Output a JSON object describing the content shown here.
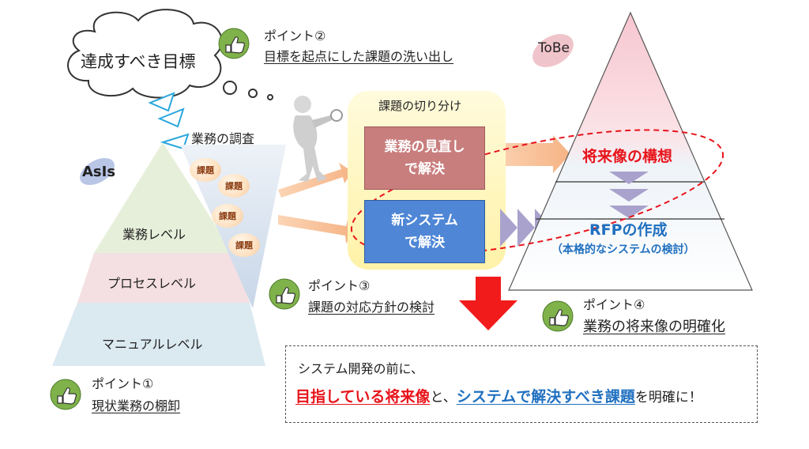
{
  "cloud": {
    "goal": "達成すべき目標"
  },
  "asis": {
    "label": "AsIs",
    "levels": [
      "業務レベル",
      "プロセスレベル",
      "マニュアルレベル"
    ]
  },
  "investigation": {
    "label": "業務の調査",
    "issues": [
      "課題",
      "課題",
      "課題",
      "課題"
    ]
  },
  "separation": {
    "title": "課題の切り分け",
    "box_business": [
      "業務の見直し",
      "で解決"
    ],
    "box_system": [
      "新システム",
      "で解決"
    ]
  },
  "tobe": {
    "label": "ToBe",
    "vision": "将来像の構想",
    "rfp": "RFPの作成",
    "rfp_sub": "（本格的なシステムの検討）"
  },
  "points": {
    "p1_title": "ポイント①",
    "p1_text": "現状業務の棚卸",
    "p2_title": "ポイント②",
    "p2_text": "目標を起点にした課題の洗い出し",
    "p3_title": "ポイント③",
    "p3_text": "課題の対応方針の検討",
    "p4_title": "ポイント④",
    "p4_text": "業務の将来像の明確化"
  },
  "message": {
    "line1": "システム開発の前に、",
    "part_a": "目指している将来像",
    "conj": "と、",
    "part_b": "システムで解決すべき課題",
    "tail": "を明確に！"
  },
  "colors": {
    "pyramid_top": "#e6efd9",
    "pyramid_mid": "#f4dfe2",
    "pyramid_base": "#dbe9f1",
    "box_business": "#c97e7e",
    "box_system": "#4f86d6",
    "highlight_red": "#e8141b",
    "highlight_blue": "#2070c0",
    "arrow_orange": "#f8c29b",
    "arrow_red": "#f21b1b",
    "chevron_purple": "#a9a2cc",
    "yellow_panel": "#fff9c9"
  }
}
